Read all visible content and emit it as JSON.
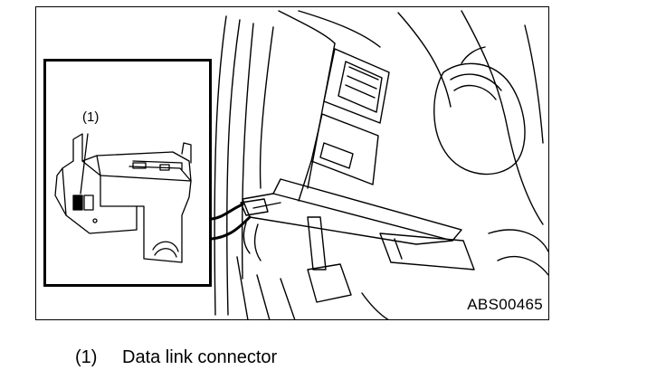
{
  "figure": {
    "callout_number": "(1)",
    "figure_code": "ABS00465"
  },
  "caption": {
    "number": "(1)",
    "text": "Data link connector"
  }
}
